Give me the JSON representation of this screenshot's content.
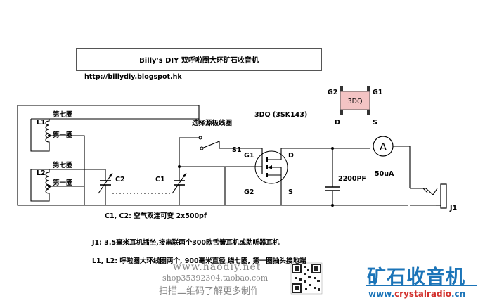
{
  "title": "Billy's DIY 双呼啦圈大环矿石收音机",
  "url": "http://billydiy.blogspot.hk",
  "transistor": {
    "name": "3DQ (3SK143)",
    "package_label": "3DQ",
    "pins": {
      "g2": "G2",
      "g1": "G1",
      "d": "D",
      "s": "S"
    }
  },
  "labels": {
    "L1": "L1",
    "L2": "L2",
    "L1_top": "第七圈",
    "L1_bottom": "第一圈",
    "L2_top": "第七圈",
    "L2_bottom": "第一圈",
    "selector": "选择源极线圈",
    "S1": "S1",
    "G1": "G1",
    "G2": "G2",
    "D": "D",
    "S": "S",
    "C1": "C1",
    "C2": "C2",
    "cap": "2200PF",
    "meter_symbol": "A",
    "meter_value": "50uA",
    "jack": "J1"
  },
  "notes": {
    "capacitors": "C1, C2: 空气双连可变 2x500pf",
    "jack_note": "J1: 3.5毫米耳机插坐,接串联两个300欧舌簧耳机或助听器耳机",
    "coil_note": "L1, L2: 呼啦圈大环线圈两个, 900毫米直径 绕七圈, 第一圈抽头接地端"
  },
  "watermark": {
    "site": "www.haodiy.net",
    "shop": "shop35392304.taobao.com",
    "scan": "扫描二维码了解更多制作"
  },
  "brand": {
    "name": "矿石收音机",
    "url_prefix": "www.",
    "url_mid": "crystalradio",
    "url_suffix": ".cn"
  },
  "colors": {
    "package_fill": "#f4c4c4",
    "brand_blue": "#1b74b8",
    "brand_red": "#d2302c"
  }
}
